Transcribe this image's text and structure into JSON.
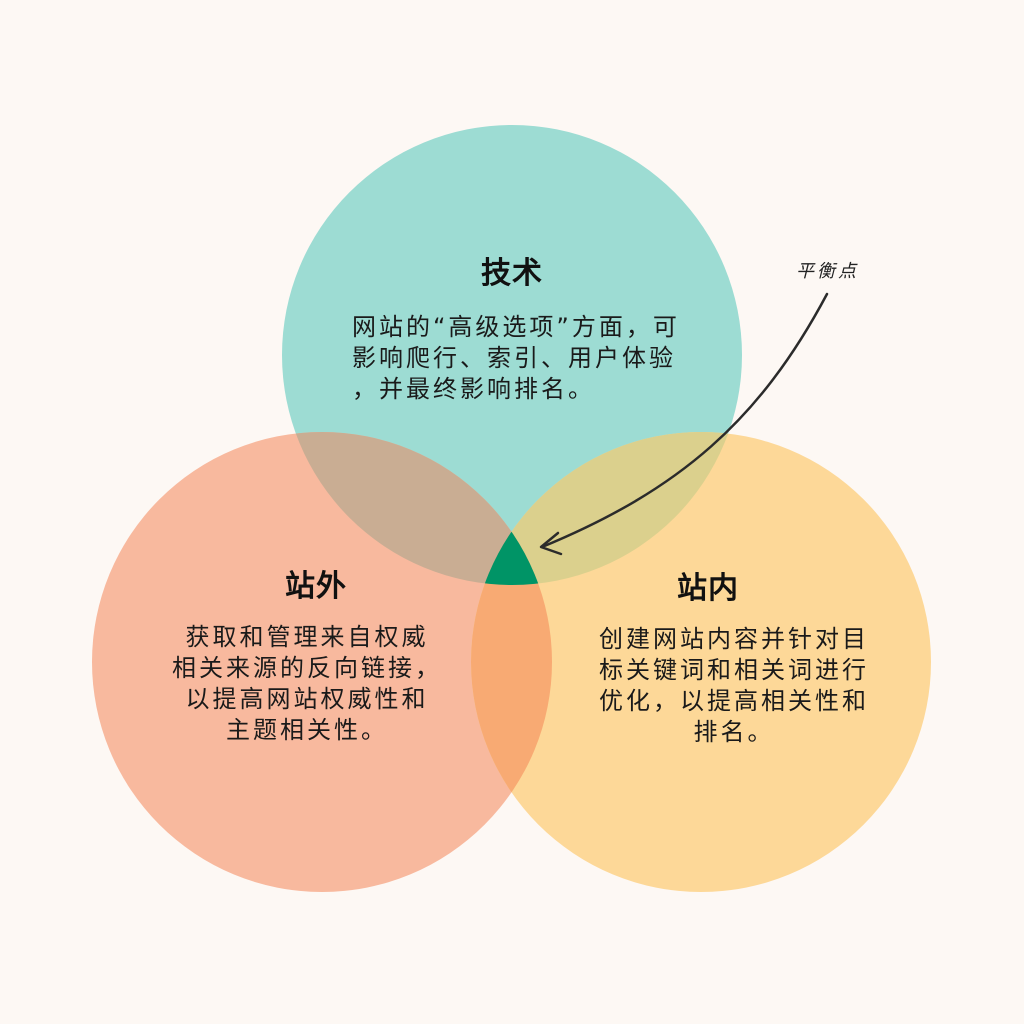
{
  "diagram": {
    "type": "venn",
    "background": "#fdf8f4",
    "circles": [
      {
        "id": "technical",
        "title": "技术",
        "description": "网站的“高级选项”方面，可影响爬行、索引、用户体验，并最终影响排名。",
        "lines": [
          "网站的“高级选项”方面，可",
          "影响爬行、索引、用户体验",
          "，并最终影响排名。"
        ],
        "color": "#9ddcd3"
      },
      {
        "id": "off-site",
        "title": "站外",
        "description": "获取和管理来自权威相关来源的反向链接，以提高网站权威性和主题相关性。",
        "lines": [
          "获取和管理来自权威",
          "相关来源的反向链接，",
          "以提高网站权威性和",
          "主题相关性。"
        ],
        "color": "#f8b99e"
      },
      {
        "id": "on-site",
        "title": "站内",
        "description": "创建网站内容并针对目标关键词和相关词进行优化，以提高相关性和排名。",
        "lines": [
          "创建网站内容并针对目",
          "标关键词和相关词进行",
          "优化，以提高相关性和",
          "排名。"
        ],
        "color": "#fdd898"
      }
    ],
    "overlaps": {
      "technical_offsite": "#c9ad93",
      "technical_onsite": "#dbd08d",
      "offsite_onsite": "#f8aa73",
      "center": "#009466"
    },
    "annotation": {
      "text": "平衡点",
      "arrow_icon": "curved-arrow-icon"
    }
  }
}
